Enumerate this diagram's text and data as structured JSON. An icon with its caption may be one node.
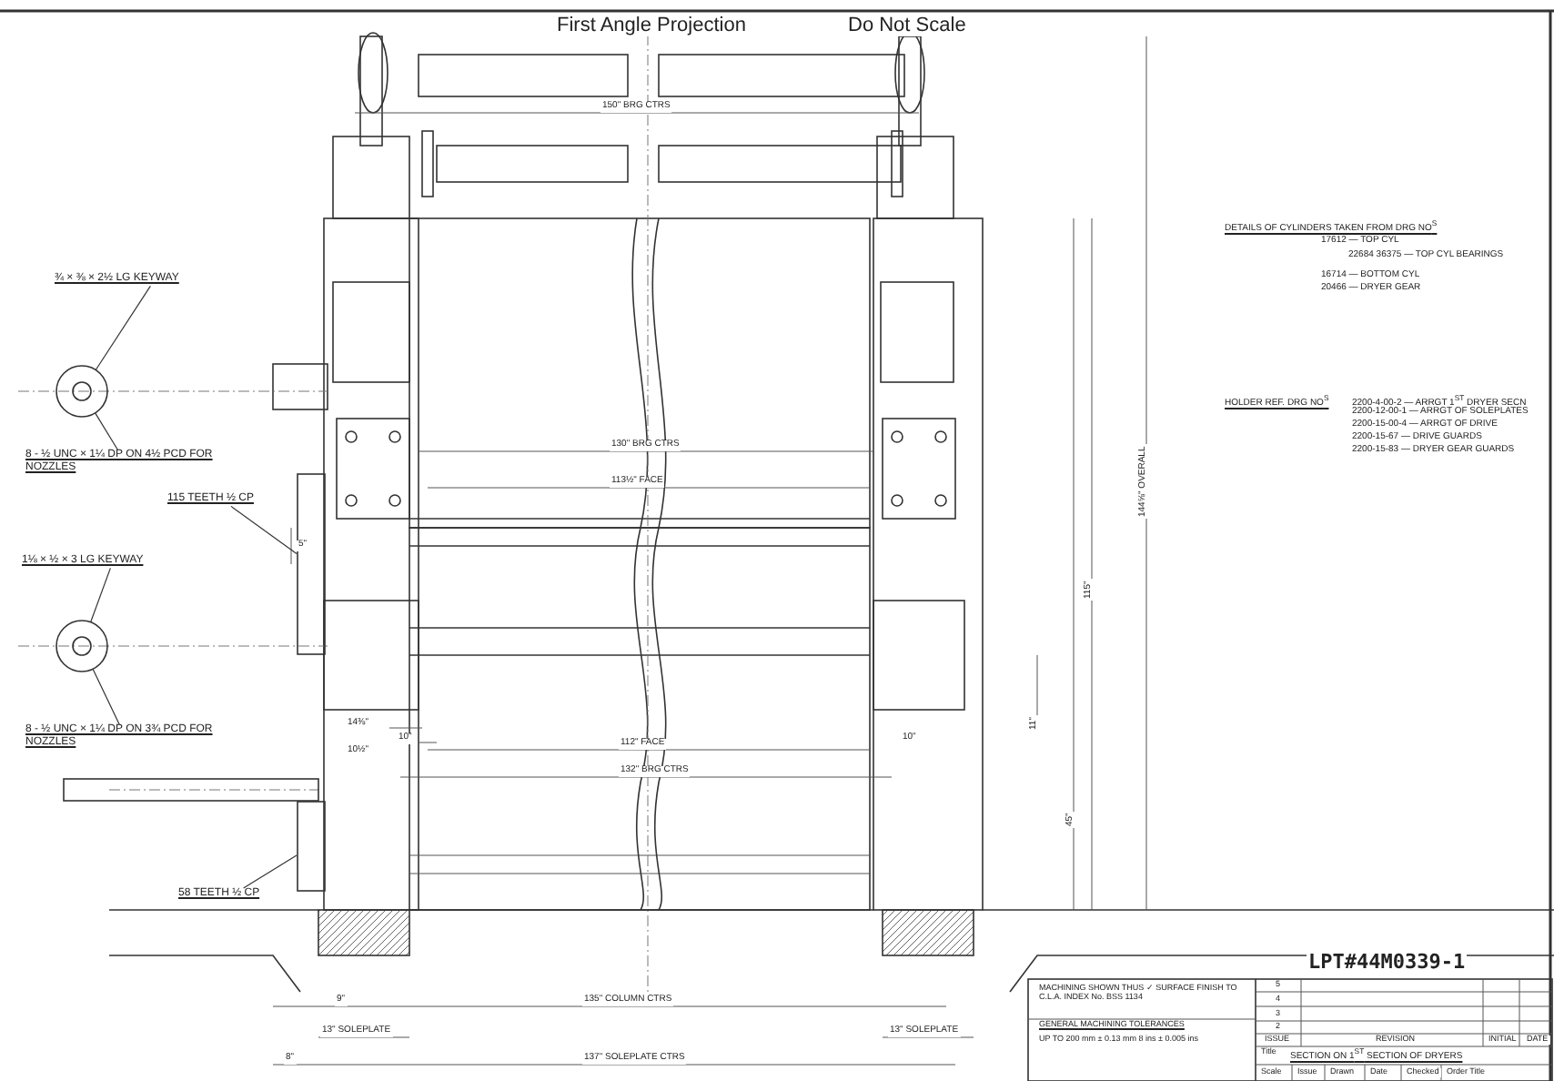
{
  "diagram": {
    "nodes": [
      {
        "text": [
          "¾ × ⅜ × 2½ LG KEYWAY"
        ]
      },
      {
        "text": [],
        "shape": "circle"
      },
      {
        "text": [
          "8 - ½ UNC × 1¼ DP ON 4½ PCD FOR NOZZLES"
        ]
      },
      {
        "text": [
          "115 TEETH ½ CP"
        ]
      },
      {
        "text": [],
        "shape": "box"
      },
      {
        "text": [
          "1⅛ × ½ × 3 LG KEYWAY"
        ]
      },
      {
        "text": [],
        "shape": "circle"
      },
      {
        "text": [
          "8 - ½ UNC × 1¼ DP ON 3¾ PCD FOR NOZZLES"
        ]
      },
      {
        "text": [
          "58 TEETH ½ CP"
        ]
      },
      {
        "text": [],
        "shape": "box"
      }
    ],
    "edges": [
      {
        "from": 0,
        "to": 1,
        "arrow": "none"
      },
      {
        "from": 2,
        "to": 1,
        "arrow": "none"
      },
      {
        "from": 3,
        "to": 4,
        "arrow": "none"
      },
      {
        "from": 5,
        "to": 6,
        "arrow": "none"
      },
      {
        "from": 7,
        "to": 6,
        "arrow": "none"
      },
      {
        "from": 8,
        "to": 9,
        "arrow": "none"
      }
    ],
    "labels": [
      "First Angle Projection",
      "Do Not Scale",
      "150\" BRG CTRS",
      "130\" BRG CTRS",
      "113½\" FACE",
      "112\" FACE",
      "132\" BRG CTRS",
      "5\"",
      "10\"",
      "10\"",
      "14⅜\"",
      "10½\"",
      "11\"",
      "115\"",
      "144⅝\" OVERALL",
      "45\"",
      "9\"",
      "135\" COLUMN CTRS",
      "13\" SOLEPLATE",
      "13\" SOLEPLATE",
      "8\"",
      "137\" SOLEPLATE CTRS",
      "DETAILS OF CYLINDERS TAKEN FROM DRG NO$^{S}$",
      "17612 — TOP CYL",
      "22684 36375 — TOP CYL BEARINGS",
      "16714 — BOTTOM CYL",
      "20466 — DRYER GEAR",
      "HOLDER REF. DRG NO$^{S}$",
      "2200-4-00-2 — ARRGT 1$^{ST}$ DRYER SECN",
      "2200-12-00-1 — ARRGT OF SOLEPLATES",
      "2200-15-00-4 — ARRGT OF DRIVE",
      "2200-15-67 — DRIVE GUARDS",
      "2200-15-83 — DRYER GEAR GUARDS",
      "LPT#44M0339-1",
      "MACHINING SHOWN THUS ✓ SURFACE FINISH TO C.L.A. INDEX No. BSS 1134",
      "GENERAL MACHINING TOLERANCES",
      "UP TO 200 mm ± 0.13 mm 8 ins ± 0.005 ins",
      "5",
      "4",
      "3",
      "2",
      "ISSUE",
      "REVISION",
      "INITIAL",
      "DATE",
      "Title",
      "SECTION ON 1$^{ST}$ SECTION OF DRYERS",
      "Scale",
      "Issue",
      "Drawn",
      "Date",
      "Checked",
      "Order Title"
    ]
  }
}
